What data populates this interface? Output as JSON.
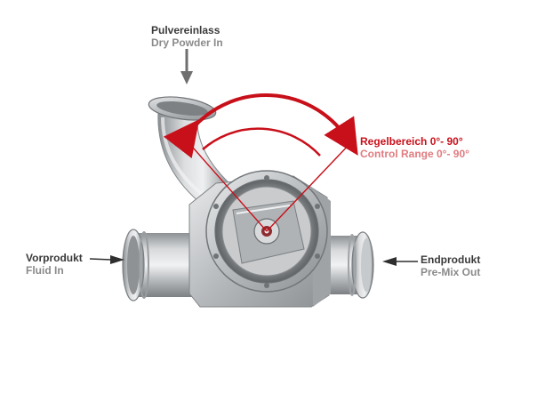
{
  "labels": {
    "dry_powder": {
      "de": "Pulvereinlass",
      "en": "Dry Powder In"
    },
    "control_range": {
      "de": "Regelbereich 0°- 90°",
      "en": "Control Range 0°- 90°"
    },
    "fluid_in": {
      "de": "Vorprodukt",
      "en": "Fluid In"
    },
    "premix_out": {
      "de": "Endprodukt",
      "en": "Pre-Mix Out"
    }
  },
  "colors": {
    "control_range": "#c8101a",
    "control_range_light": "#e07c80",
    "label_dark": "#3a3a3a",
    "label_light": "#8a8a8a",
    "steel": "#b9bcbf"
  }
}
